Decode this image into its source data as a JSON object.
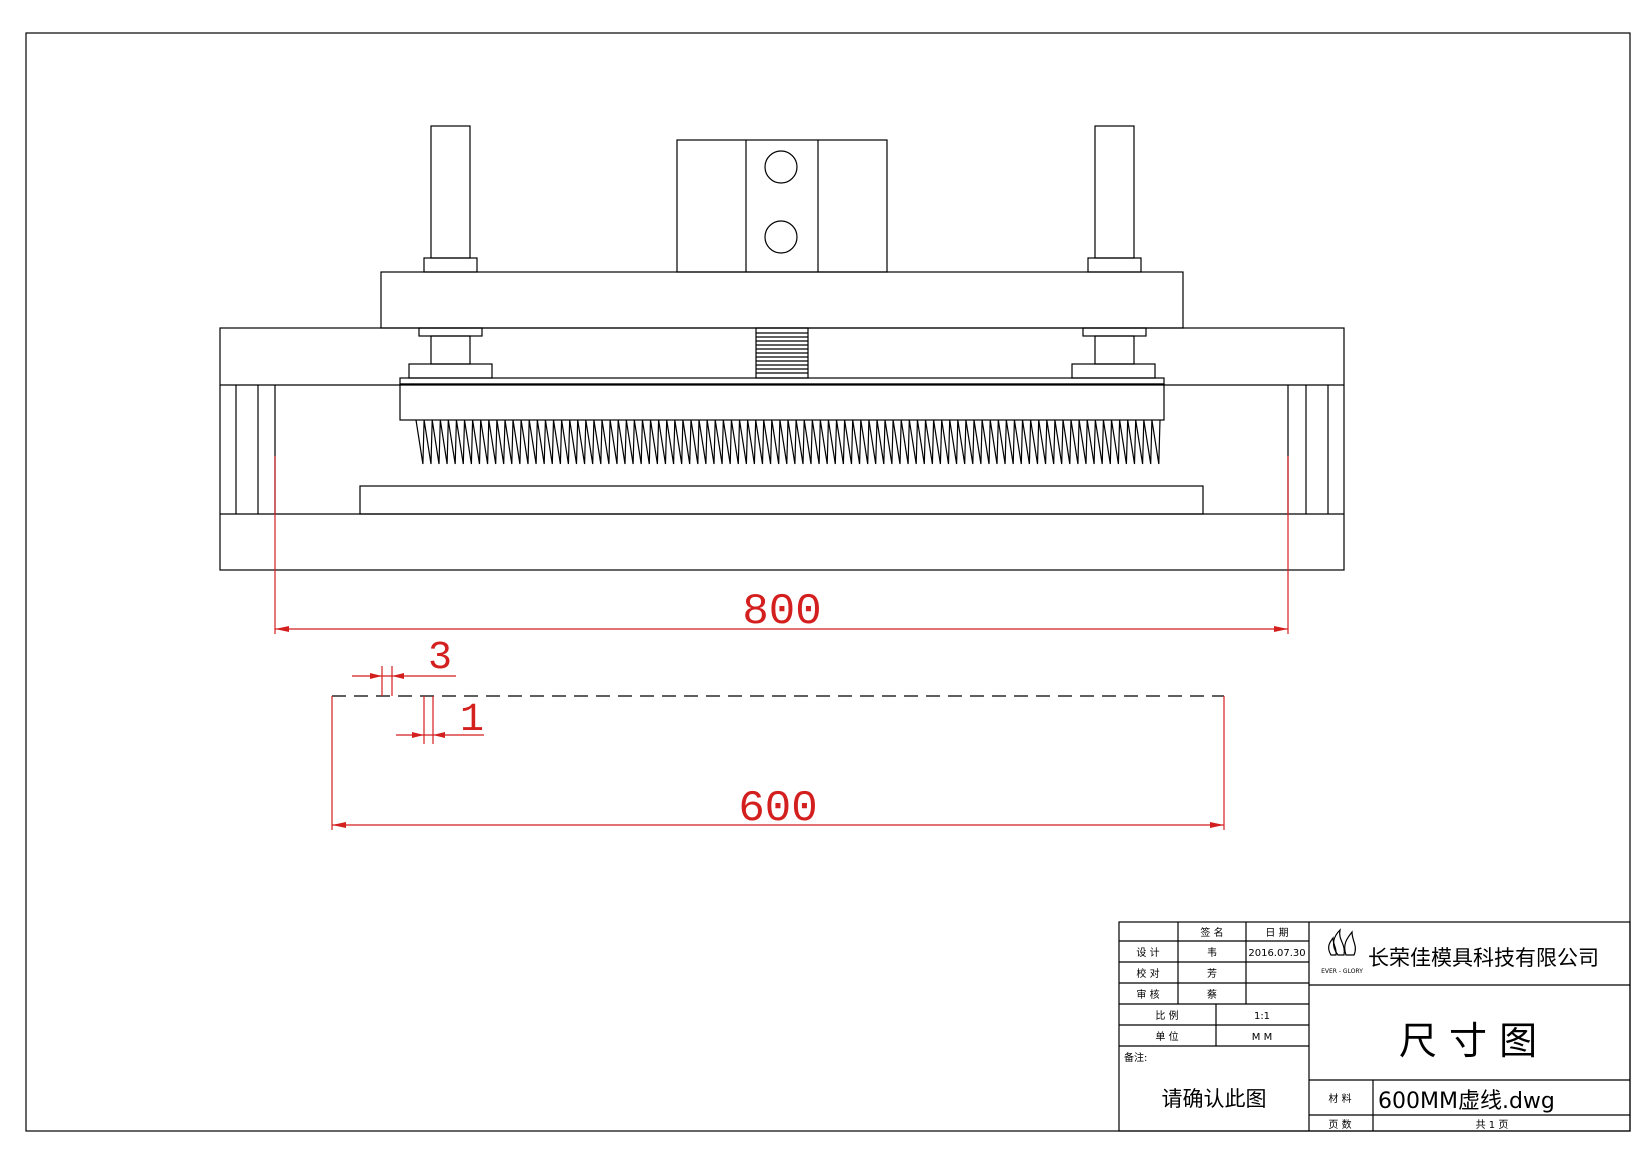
{
  "dimensions": {
    "d800": "800",
    "d600": "600",
    "d3": "3",
    "d1": "1"
  },
  "title_block": {
    "col_signature": "签 名",
    "col_date": "日 期",
    "row_design": "设 计",
    "row_design_sig": "韦",
    "row_design_date": "2016.07.30",
    "row_check": "校 对",
    "row_check_sig": "芳",
    "row_review": "审 核",
    "row_review_sig": "蔡",
    "row_scale": "比 例",
    "scale_value": "1:1",
    "row_unit": "单 位",
    "unit_value": "M M",
    "remarks_label": "备注:",
    "remarks_text": "请确认此图",
    "company_name": "长荣佳模具科技有限公司",
    "logo_text": "EVER - GLORY",
    "drawing_title": "尺 寸 图",
    "row_material": "材 料",
    "material_value": "600MM虚线.dwg",
    "row_pages": "页 数",
    "pages_value": "共 1 页"
  },
  "colors": {
    "line": "#000000",
    "dimension": "#d41f1f",
    "paper": "#ffffff"
  }
}
